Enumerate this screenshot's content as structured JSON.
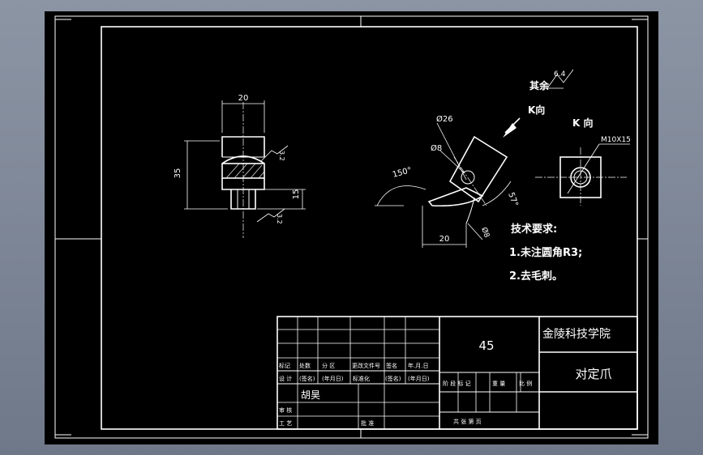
{
  "drawing": {
    "roughness_label": "其余",
    "roughness_value": "6.4",
    "view_label": "K向",
    "view_label_right": "K 向",
    "dim_top_width": "20",
    "dim_height": "35",
    "dim_lower": "15",
    "chamfer_upper": "3.2",
    "chamfer_lower": "3.2",
    "dia_large": "Ø26",
    "dia_small": "Ø8",
    "angle_left": "150°",
    "angle_right": "57°",
    "dim_bottom": "20",
    "dim_slant": "Ø8",
    "thread": "M10X15",
    "tech_title": "技术要求:",
    "tech_1": "1.未注圆角R3;",
    "tech_2": "2.去毛刺。"
  },
  "title_block": {
    "material": "45",
    "school": "金陵科技学院",
    "part_name": "对定爪",
    "h_mark": "标记",
    "h_count": "处数",
    "h_zone": "分 区",
    "h_docno": "更改文件号",
    "h_sign": "签名",
    "h_date": "年.月.日",
    "r_design": "设 计",
    "r_sign1": "(签名)",
    "r_date1": "(年月日)",
    "r_std": "标准化",
    "r_sign2": "(签名)",
    "r_date2": "(年月日)",
    "designer": "胡昊",
    "r_check": "审 核",
    "r_process": "工 艺",
    "r_approve": "批 准",
    "stage": "阶 段 标 记",
    "weight": "重 量",
    "scale": "比 例",
    "sheets": "共   张   第   页"
  }
}
